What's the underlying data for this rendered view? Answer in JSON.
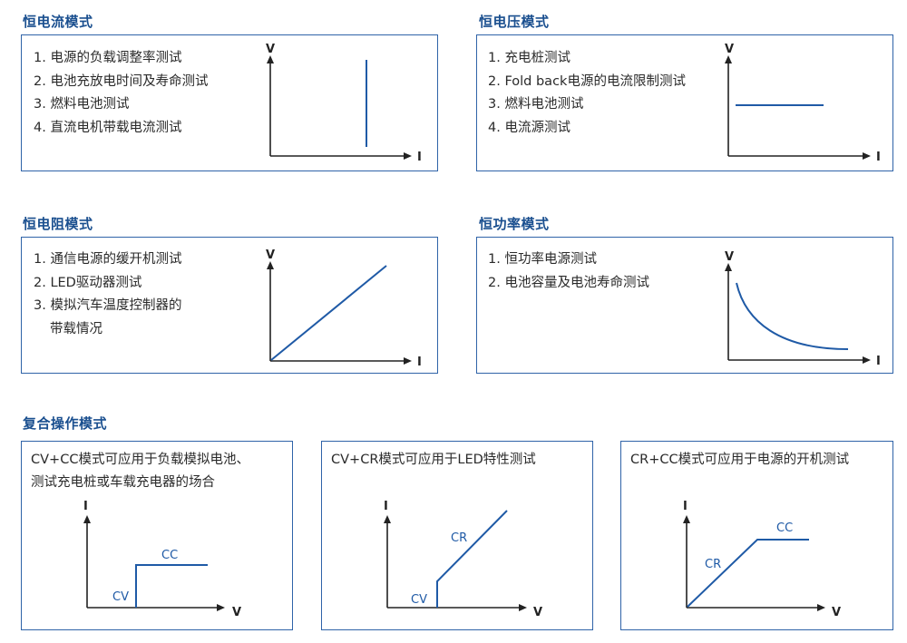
{
  "colors": {
    "title": "#1a4f8f",
    "border": "#2f63a8",
    "curve": "#1f5aa6",
    "axis": "#222222"
  },
  "cc": {
    "title": "恒电流模式",
    "items": [
      "1. 电源的负载调整率测试",
      "2. 电池充放电时间及寿命测试",
      "3. 燃料电池测试",
      "4. 直流电机带载电流测试"
    ],
    "axis_y": "V",
    "axis_x": "I"
  },
  "cv": {
    "title": "恒电压模式",
    "items": [
      "1. 充电桩测试",
      "2. Fold back电源的电流限制测试",
      "3. 燃料电池测试",
      "4. 电流源测试"
    ],
    "axis_y": "V",
    "axis_x": "I"
  },
  "cr": {
    "title": "恒电阻模式",
    "items": [
      "1. 通信电源的缓开机测试",
      "2. LED驱动器测试",
      "3. 模拟汽车温度控制器的",
      "带载情况"
    ],
    "axis_y": "V",
    "axis_x": "I"
  },
  "cp": {
    "title": "恒功率模式",
    "items": [
      "1. 恒功率电源测试",
      "2. 电池容量及电池寿命测试"
    ],
    "axis_y": "V",
    "axis_x": "I"
  },
  "combo": {
    "title": "复合操作模式",
    "a": {
      "desc1": "CV+CC模式可应用于负载模拟电池、",
      "desc2": "测试充电桩或车载充电器的场合",
      "axis_y": "I",
      "axis_x": "V",
      "label1": "CV",
      "label2": "CC"
    },
    "b": {
      "desc1": "CV+CR模式可应用于LED特性测试",
      "axis_y": "I",
      "axis_x": "V",
      "label1": "CV",
      "label2": "CR"
    },
    "c": {
      "desc1": "CR+CC模式可应用于电源的开机测试",
      "axis_y": "I",
      "axis_x": "V",
      "label1": "CR",
      "label2": "CC"
    }
  }
}
